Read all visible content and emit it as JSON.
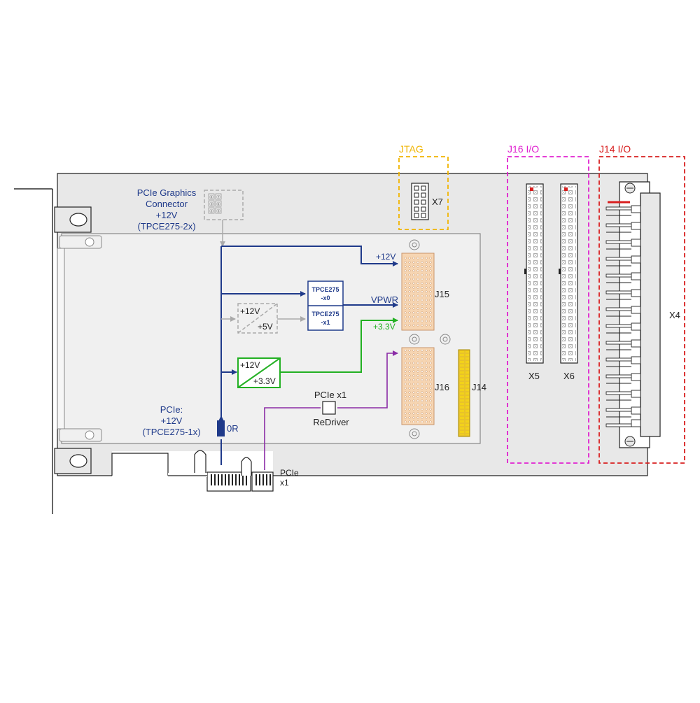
{
  "colors": {
    "blue": "#1f3a8a",
    "green": "#22b022",
    "purple": "#8a2ba6",
    "gray": "#aaaaaa",
    "jtag": "#f0b400",
    "j16": "#e020d0",
    "j14": "#d81e1e",
    "connector_fill": "#f6d5b2",
    "board_fill": "#e8e8e8",
    "inner_fill": "#f0f0f0"
  },
  "labels": {
    "pcie_graphics_line1": "PCIe Graphics",
    "pcie_graphics_line2": "Connector",
    "pcie_graphics_line3": "+12V",
    "pcie_graphics_line4": "(TPCE275-2x)",
    "pcie_power_line1": "PCIe:",
    "pcie_power_line2": "+12V",
    "pcie_power_line3": "(TPCE275-1x)",
    "zero_r": "0R",
    "tpce_x0_line1": "TPCE275",
    "tpce_x0_line2": "-x0",
    "tpce_x1_line1": "TPCE275",
    "tpce_x1_line2": "-x1",
    "conv_gray_in": "+12V",
    "conv_gray_out": "+5V",
    "conv_green_in": "+12V",
    "conv_green_out": "+3.3V",
    "net_12v": "+12V",
    "net_vpwr": "VPWR",
    "net_33v": "+3.3V",
    "redriver_line1": "PCIe x1",
    "redriver_line2": "ReDriver",
    "j15": "J15",
    "j16": "J16",
    "j14": "J14",
    "x7": "X7",
    "x5": "X5",
    "x6": "X6",
    "x4": "X4",
    "jtag_title": "JTAG",
    "j16io_title": "J16 I/O",
    "j14io_title": "J14 I/O",
    "edge_line1": "PCIe",
    "edge_line2": "x1",
    "pin_labels": [
      "④",
      "③",
      "②",
      "①",
      "⑦",
      "⑥",
      "⑤",
      "④"
    ]
  }
}
